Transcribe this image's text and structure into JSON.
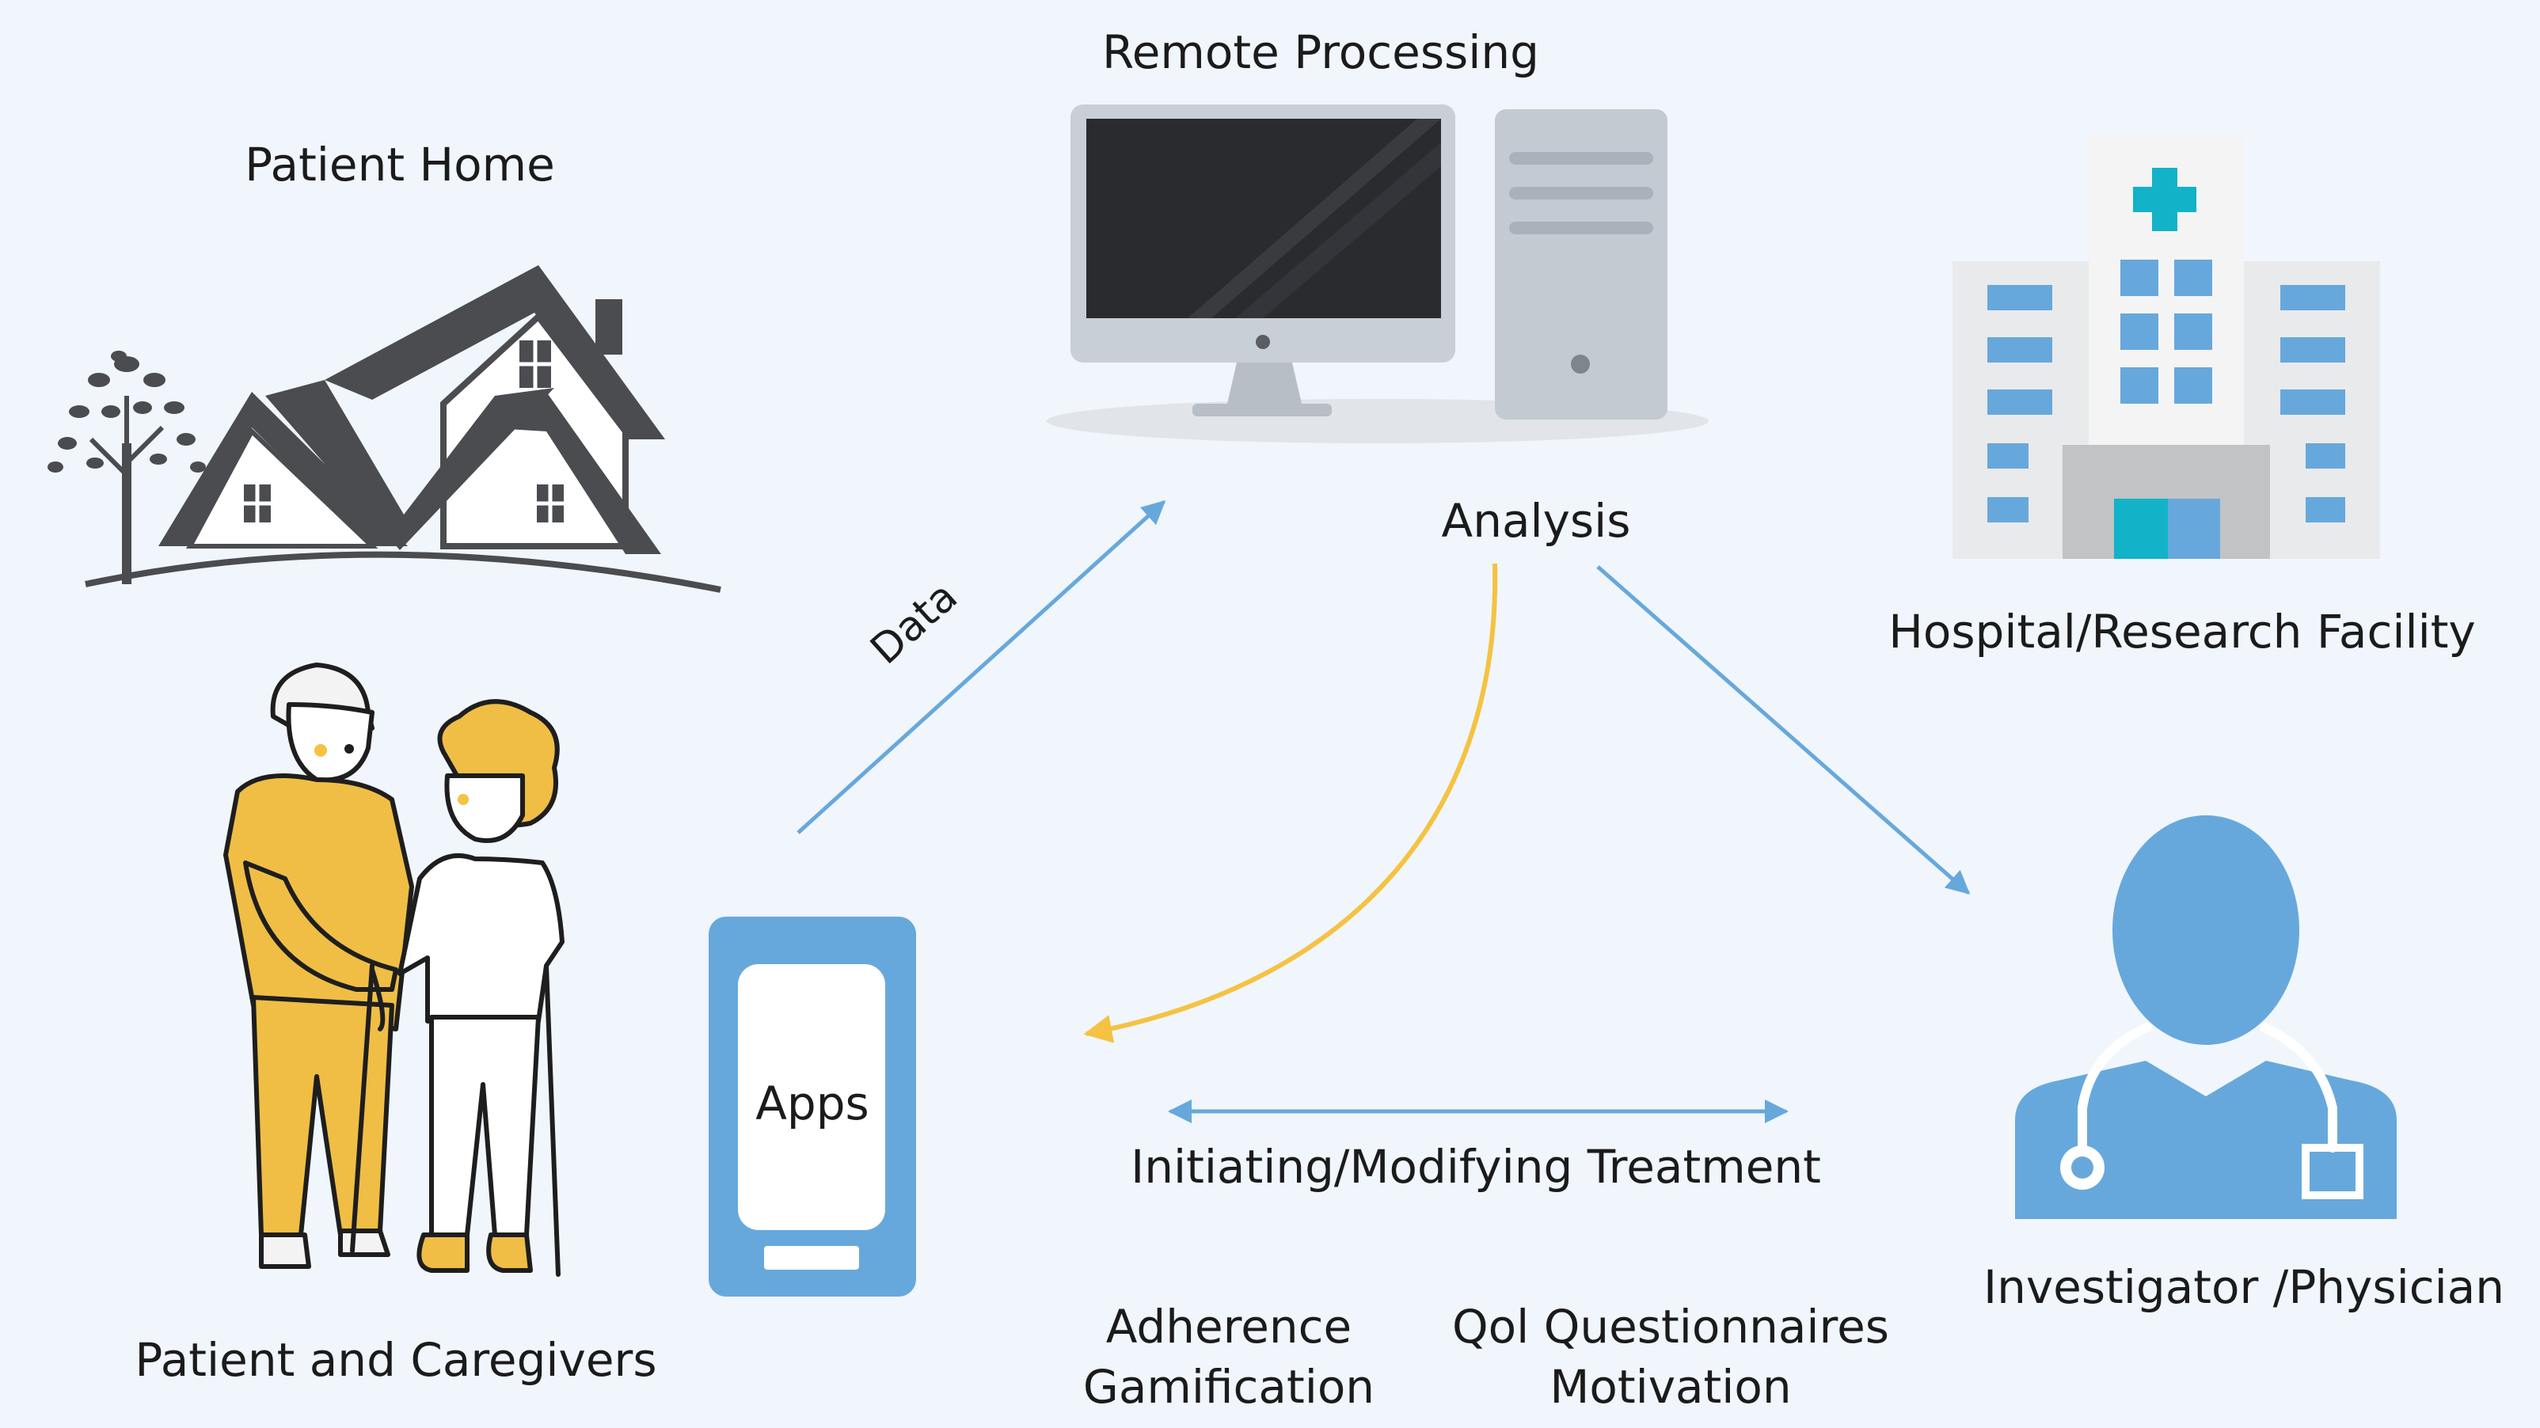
{
  "labels": {
    "patient_home": "Patient Home",
    "remote_processing": "Remote Processing",
    "analysis": "Analysis",
    "hospital": "Hospital/Research Facility",
    "data": "Data",
    "apps": "Apps",
    "patient_caregivers": "Patient and Caregivers",
    "initiating_treatment": "Initiating/Modifying Treatment",
    "investigator": "Investigator /Physician",
    "adherence": "Adherence",
    "gamification": "Gamification",
    "qol": "Qol Questionnaires",
    "motivation": "Motivation"
  },
  "colors": {
    "background": "#f0f6fc",
    "blue": "#67a8dc",
    "yellow": "#f5c242",
    "dark": "#4a4c50",
    "teal": "#12b2c8"
  }
}
